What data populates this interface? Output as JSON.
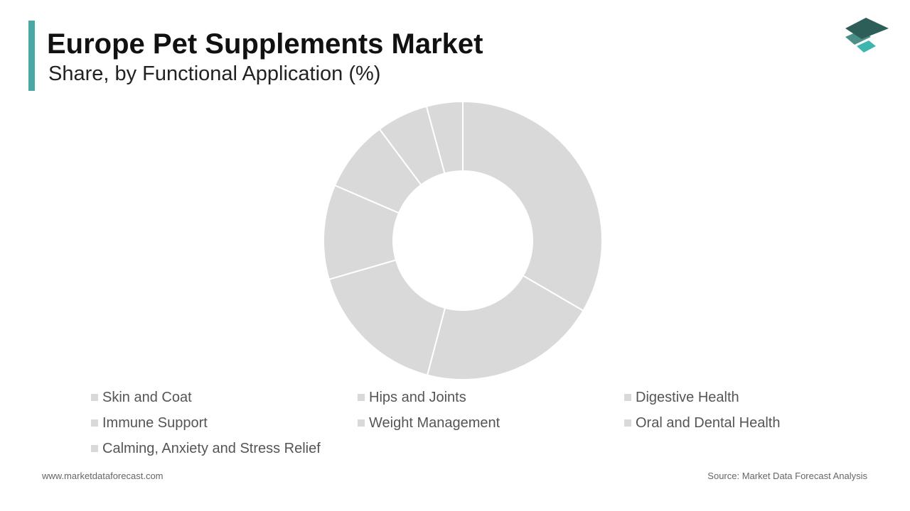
{
  "header": {
    "title": "Europe Pet Supplements Market",
    "subtitle": "Share, by Functional Application (%)"
  },
  "footer": {
    "website": "www.marketdataforecast.com",
    "source": "Source: Market Data Forecast Analysis"
  },
  "chart_data": {
    "type": "pie",
    "donut": true,
    "title": "Europe Pet Supplements Market",
    "subtitle": "Share, by Functional Application (%)",
    "categories": [
      "Skin and Coat",
      "Hips and Joints",
      "Digestive Health",
      "Immune Support",
      "Weight Management",
      "Oral and Dental Health",
      "Calming, Anxiety and Stress Relief"
    ],
    "values": [
      33.4,
      20.7,
      16.4,
      11.0,
      8.3,
      6.0,
      4.2
    ],
    "colors": [
      "#d9d9d9",
      "#d9d9d9",
      "#d9d9d9",
      "#d9d9d9",
      "#d9d9d9",
      "#d9d9d9",
      "#d9d9d9"
    ],
    "legend_position": "bottom"
  }
}
